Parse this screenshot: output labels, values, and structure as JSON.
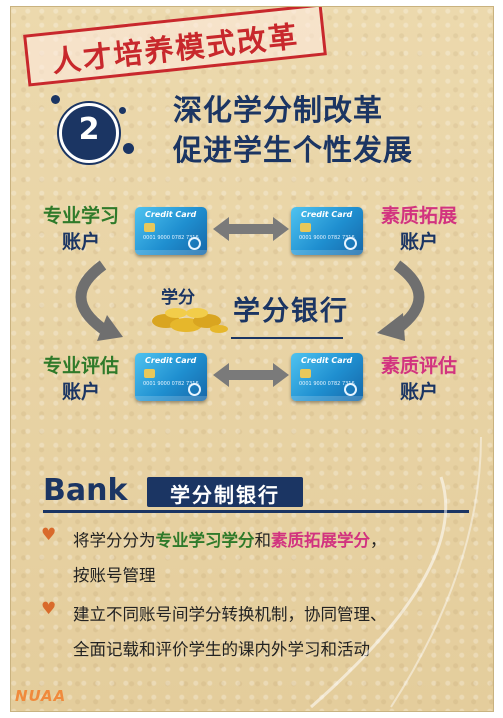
{
  "stamp": {
    "title": "人才培养模式改革"
  },
  "badge": {
    "number": "2"
  },
  "heading": {
    "line1": "深化学分制改革",
    "line2": "促进学生个性发展"
  },
  "accounts": {
    "top_left": {
      "line1": "专业学习",
      "line2": "账户"
    },
    "top_right": {
      "line1": "素质拓展",
      "line2": "账户"
    },
    "bottom_left": {
      "line1": "专业评估",
      "line2": "账户"
    },
    "bottom_right": {
      "line1": "素质评估",
      "line2": "账户"
    }
  },
  "card": {
    "title": "Credit Card",
    "number": "0001 9000 0782 7316"
  },
  "center": {
    "coin_label": "学分",
    "bank_label": "学分银行"
  },
  "section": {
    "bank_word": "Bank",
    "label": "学分制银行"
  },
  "bullets": {
    "b1_pre": "将学分分为",
    "b1_hl1": "专业学习学分",
    "b1_mid": "和",
    "b1_hl2": "素质拓展学分",
    "b1_post": "，",
    "b1_line2": "按账号管理",
    "b2_line1": "建立不同账号间学分转换机制，协同管理、",
    "b2_line2": "全面记载和评价学生的课内外学习和活动"
  },
  "footer": {
    "logo": "NUAA"
  },
  "colors": {
    "navy": "#1b3563",
    "green": "#2f7a2a",
    "pink": "#d2337f",
    "red": "#c8282c",
    "bg": "#e8d4a6"
  }
}
